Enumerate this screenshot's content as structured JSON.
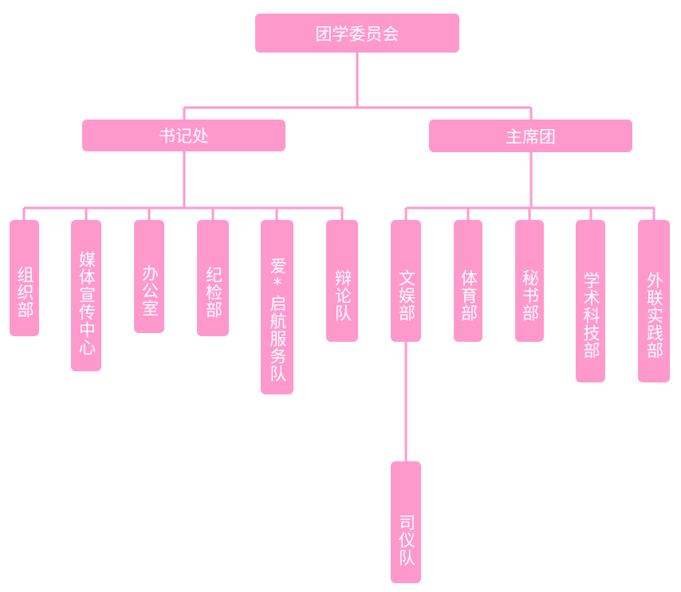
{
  "root": "团学委员会",
  "branches": [
    {
      "label": "书记处",
      "children": [
        "组织部",
        "媒体宣传中心",
        "办公室",
        "纪检部",
        "爱*启航服务队",
        "辩论队"
      ]
    },
    {
      "label": "主席团",
      "children": [
        "文娱部",
        "体育部",
        "秘书部",
        "学术科技部",
        "外联实践部"
      ]
    }
  ],
  "sub": {
    "parent": "文娱部",
    "label": "司仪队"
  },
  "colors": {
    "box": "#ff99cc",
    "line": "#ff99cc",
    "text": "#ffffff"
  }
}
